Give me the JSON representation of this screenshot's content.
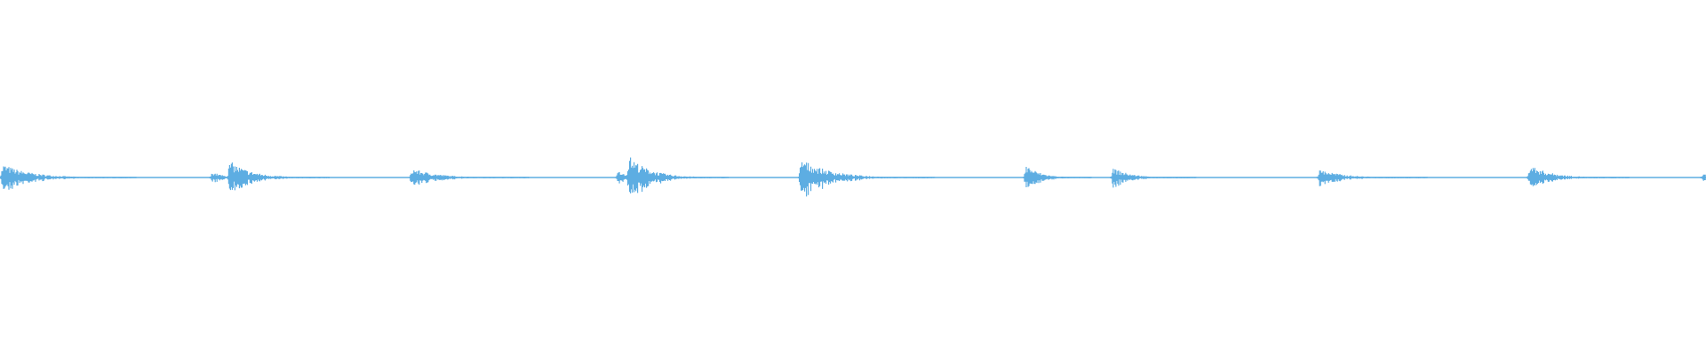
{
  "chart_data": {
    "type": "waveform",
    "color": "#5dade2",
    "background": "#ffffff",
    "amplitude_range": [
      -1,
      1
    ],
    "time_range": [
      0,
      1
    ],
    "grid": false,
    "noise_floor": 0.004,
    "bursts": [
      {
        "onset": 0.0,
        "peak": 0.085,
        "decay": 0.016
      },
      {
        "onset": 0.123,
        "peak": 0.045,
        "decay": 0.006
      },
      {
        "onset": 0.133,
        "peak": 0.11,
        "decay": 0.012
      },
      {
        "onset": 0.24,
        "peak": 0.06,
        "decay": 0.014
      },
      {
        "onset": 0.361,
        "peak": 0.05,
        "decay": 0.005
      },
      {
        "onset": 0.367,
        "peak": 0.145,
        "decay": 0.012
      },
      {
        "onset": 0.468,
        "peak": 0.12,
        "decay": 0.016
      },
      {
        "onset": 0.6,
        "peak": 0.09,
        "decay": 0.008
      },
      {
        "onset": 0.651,
        "peak": 0.065,
        "decay": 0.01
      },
      {
        "onset": 0.772,
        "peak": 0.055,
        "decay": 0.013
      },
      {
        "onset": 0.895,
        "peak": 0.085,
        "decay": 0.012
      },
      {
        "onset": 0.997,
        "peak": 0.035,
        "decay": 0.004
      }
    ]
  }
}
